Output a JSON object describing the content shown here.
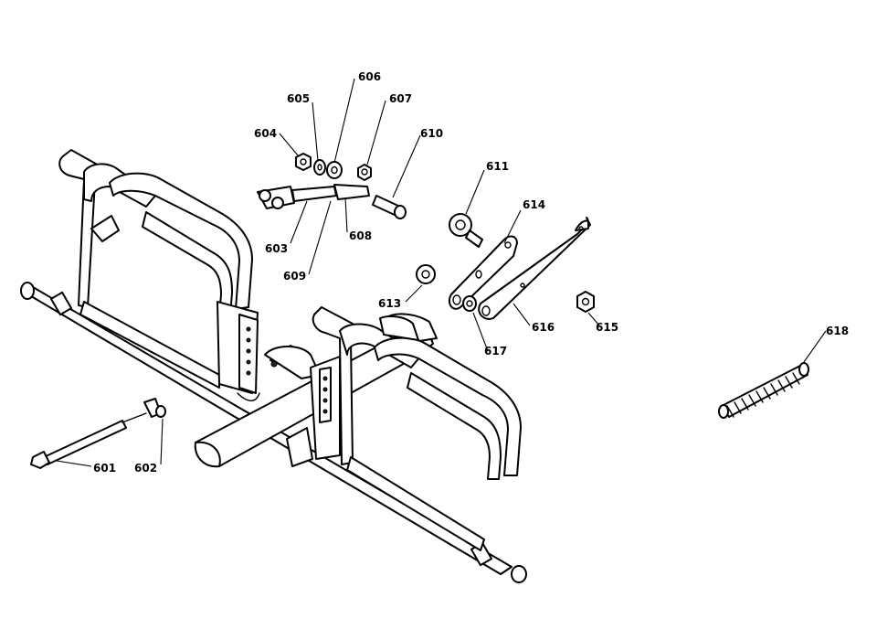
{
  "diagram": {
    "callouts": [
      {
        "id": "601",
        "label": "601"
      },
      {
        "id": "602",
        "label": "602"
      },
      {
        "id": "603",
        "label": "603"
      },
      {
        "id": "604",
        "label": "604"
      },
      {
        "id": "605",
        "label": "605"
      },
      {
        "id": "606",
        "label": "606"
      },
      {
        "id": "607",
        "label": "607"
      },
      {
        "id": "608",
        "label": "608"
      },
      {
        "id": "609",
        "label": "609"
      },
      {
        "id": "610",
        "label": "610"
      },
      {
        "id": "611",
        "label": "611"
      },
      {
        "id": "613",
        "label": "613"
      },
      {
        "id": "614",
        "label": "614"
      },
      {
        "id": "615",
        "label": "615"
      },
      {
        "id": "616",
        "label": "616"
      },
      {
        "id": "617",
        "label": "617"
      },
      {
        "id": "618",
        "label": "618"
      }
    ]
  }
}
